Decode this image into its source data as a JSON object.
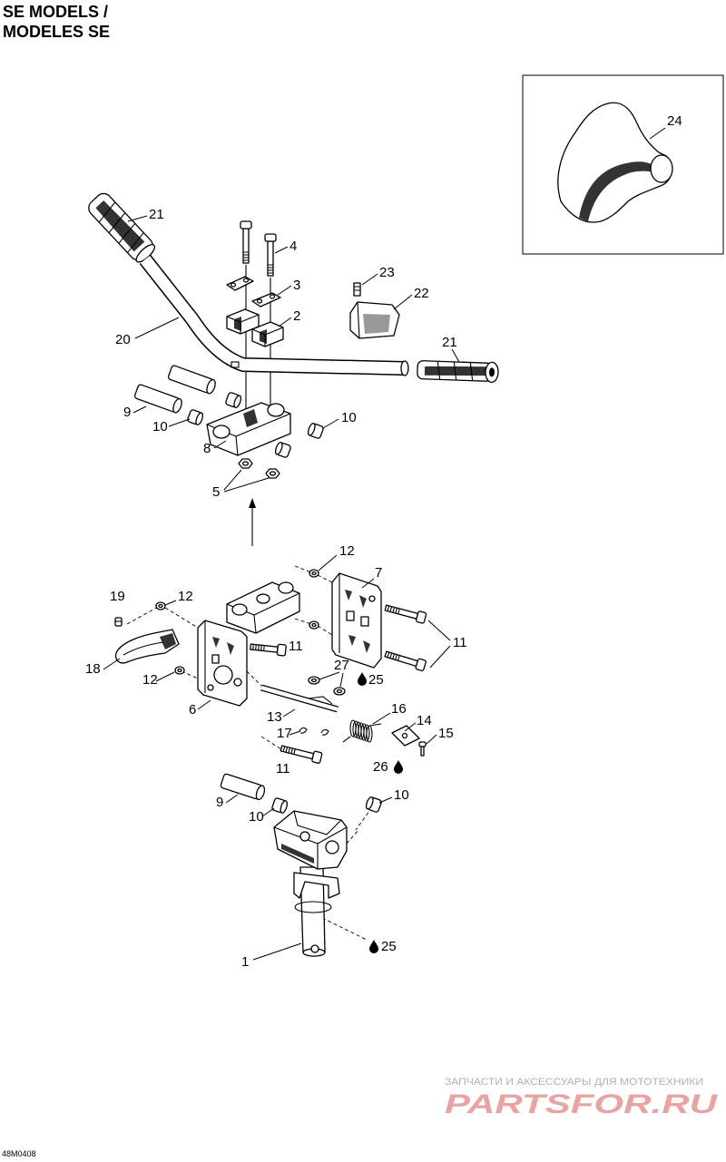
{
  "title": {
    "line1": "SE MODELS /",
    "line2": "MODELES SE"
  },
  "callouts": [
    "24",
    "21",
    "4",
    "23",
    "3",
    "22",
    "20",
    "2",
    "21",
    "9",
    "10",
    "10",
    "8",
    "5",
    "12",
    "7",
    "19",
    "12",
    "11",
    "11",
    "18",
    "12",
    "27",
    "25",
    "6",
    "13",
    "16",
    "14",
    "17",
    "15",
    "26",
    "11",
    "9",
    "10",
    "10",
    "1",
    "25"
  ],
  "watermark": {
    "tagline": "ЗАПЧАСТИ И АКСЕССУАРЫ ДЛЯ МОТОТЕХНИКИ",
    "logo": "PARTSFOR.RU"
  },
  "drawing_code": "48M0408",
  "icons": {
    "lubricant": "oil-drop-icon"
  },
  "colors": {
    "watermark_logo": "#e9a3a3",
    "watermark_tagline": "#b0b0b0",
    "line_art": "#000000"
  }
}
